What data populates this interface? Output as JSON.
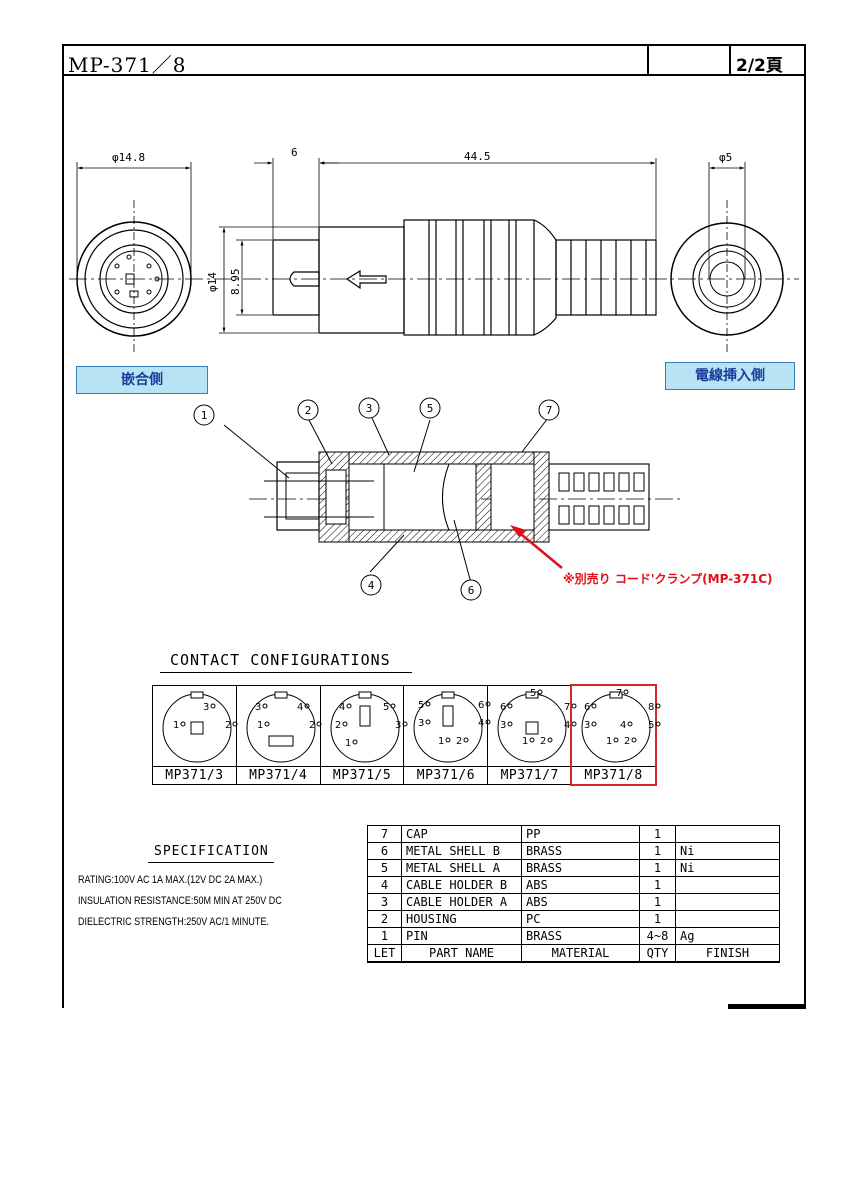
{
  "header": {
    "title": "MP-371／8",
    "page": "2/2頁"
  },
  "drawing": {
    "dim_left_dia": "φ14.8",
    "dim_6": "6",
    "dim_445": "44.5",
    "dim_right_dia": "φ5",
    "dim_v_dia": "φ14",
    "dim_v_895": "8.95",
    "label_mating_side": "嵌合側",
    "label_cable_side": "電線挿入側",
    "callouts": [
      "1",
      "2",
      "3",
      "5",
      "7",
      "4",
      "6"
    ],
    "note": "※別売り コード'クランプ(MP-371C)"
  },
  "contact_configurations": {
    "title": "CONTACT CONFIGURATIONS",
    "items": [
      {
        "label": "MP371/3",
        "pins": [
          {
            "n": "3"
          },
          {
            "n": "1"
          },
          {
            "n": "2"
          }
        ]
      },
      {
        "label": "MP371/4",
        "pins": [
          {
            "n": "3"
          },
          {
            "n": "4"
          },
          {
            "n": "1"
          },
          {
            "n": "2"
          }
        ]
      },
      {
        "label": "MP371/5",
        "pins": [
          {
            "n": "4"
          },
          {
            "n": "5"
          },
          {
            "n": "2"
          },
          {
            "n": "3"
          },
          {
            "n": "1"
          }
        ]
      },
      {
        "label": "MP371/6",
        "pins": [
          {
            "n": "5"
          },
          {
            "n": "6"
          },
          {
            "n": "3"
          },
          {
            "n": "4"
          },
          {
            "n": "1"
          },
          {
            "n": "2"
          }
        ]
      },
      {
        "label": "MP371/7",
        "pins": [
          {
            "n": "6"
          },
          {
            "n": "5"
          },
          {
            "n": "7"
          },
          {
            "n": "3"
          },
          {
            "n": "4"
          },
          {
            "n": "1"
          },
          {
            "n": "2"
          }
        ]
      },
      {
        "label": "MP371/8",
        "pins": [
          {
            "n": "7"
          },
          {
            "n": "6"
          },
          {
            "n": "8"
          },
          {
            "n": "3"
          },
          {
            "n": "4"
          },
          {
            "n": "5"
          },
          {
            "n": "1"
          },
          {
            "n": "2"
          }
        ],
        "highlighted": true
      }
    ]
  },
  "specification": {
    "title": "SPECIFICATION",
    "lines": [
      "RATING:100V AC 1A MAX.(12V DC 2A MAX.)",
      "INSULATION RESISTANCE:50M  MIN AT 250V DC",
      "DIELECTRIC STRENGTH:250V AC/1 MINUTE."
    ]
  },
  "bom": {
    "rows": [
      {
        "let": "7",
        "part": "CAP",
        "material": "PP",
        "qty": "1",
        "finish": ""
      },
      {
        "let": "6",
        "part": "METAL SHELL B",
        "material": "BRASS",
        "qty": "1",
        "finish": "Ni"
      },
      {
        "let": "5",
        "part": "METAL SHELL A",
        "material": "BRASS",
        "qty": "1",
        "finish": "Ni"
      },
      {
        "let": "4",
        "part": "CABLE HOLDER B",
        "material": "ABS",
        "qty": "1",
        "finish": ""
      },
      {
        "let": "3",
        "part": "CABLE HOLDER A",
        "material": "ABS",
        "qty": "1",
        "finish": ""
      },
      {
        "let": "2",
        "part": "HOUSING",
        "material": "PC",
        "qty": "1",
        "finish": ""
      },
      {
        "let": "1",
        "part": "PIN",
        "material": "BRASS",
        "qty": "4~8",
        "finish": "Ag"
      }
    ],
    "header": {
      "let": "LET",
      "part": "PART NAME",
      "material": "MATERIAL",
      "qty": "QTY",
      "finish": "FINISH"
    }
  }
}
